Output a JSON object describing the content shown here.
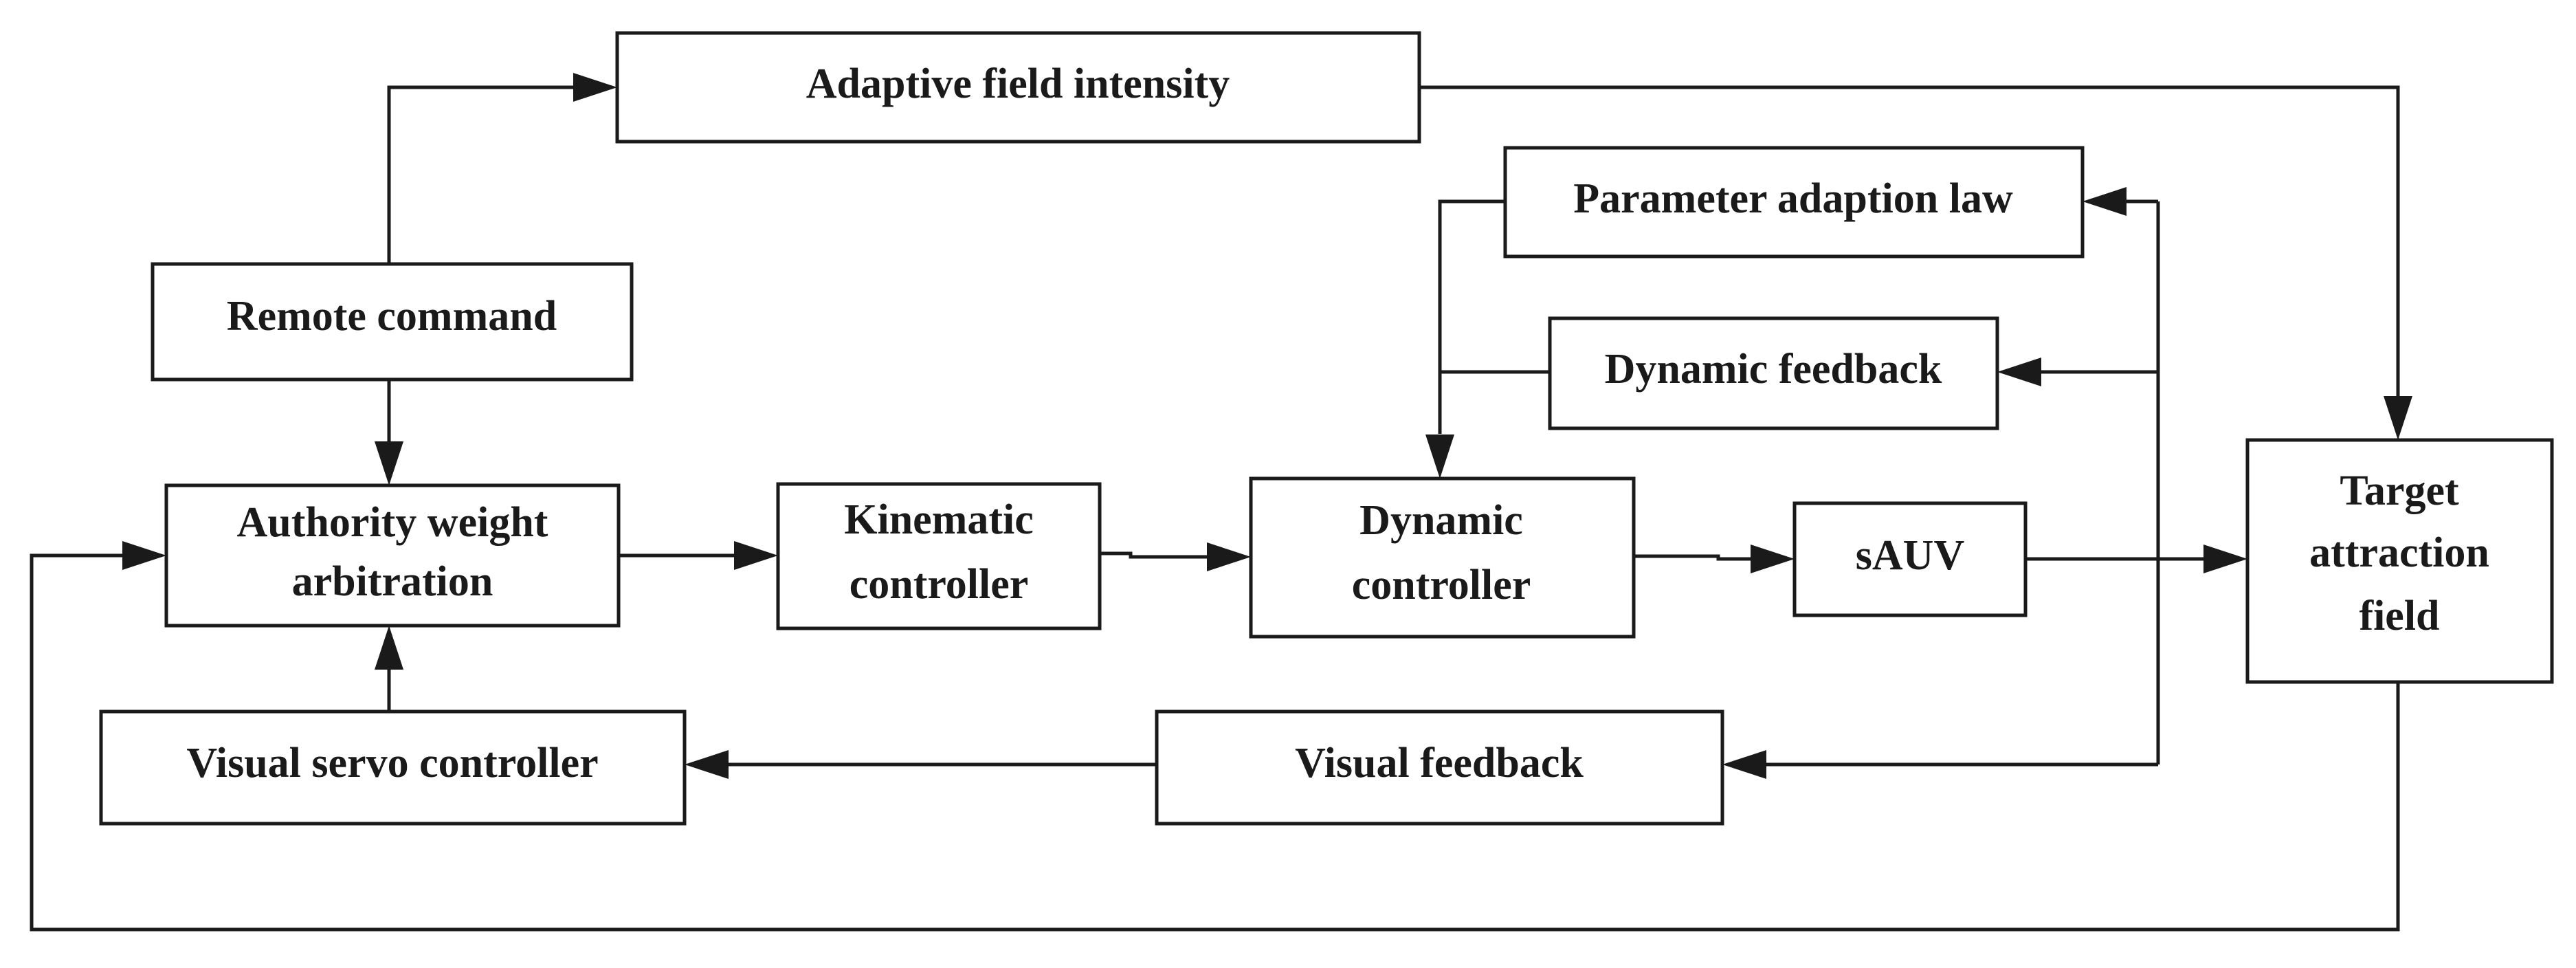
{
  "blocks": {
    "adaptive_field_intensity": "Adaptive field intensity",
    "remote_command": "Remote command",
    "authority_weight_arbitration": [
      "Authority weight",
      "arbitration"
    ],
    "visual_servo_controller": "Visual servo controller",
    "kinematic_controller": [
      "Kinematic",
      "controller"
    ],
    "dynamic_controller": [
      "Dynamic",
      "controller"
    ],
    "parameter_adaption_law": "Parameter adaption law",
    "dynamic_feedback": "Dynamic feedback",
    "sauv": "sAUV",
    "visual_feedback": "Visual feedback",
    "target_attraction_field": [
      "Target",
      "attraction",
      "field"
    ]
  }
}
